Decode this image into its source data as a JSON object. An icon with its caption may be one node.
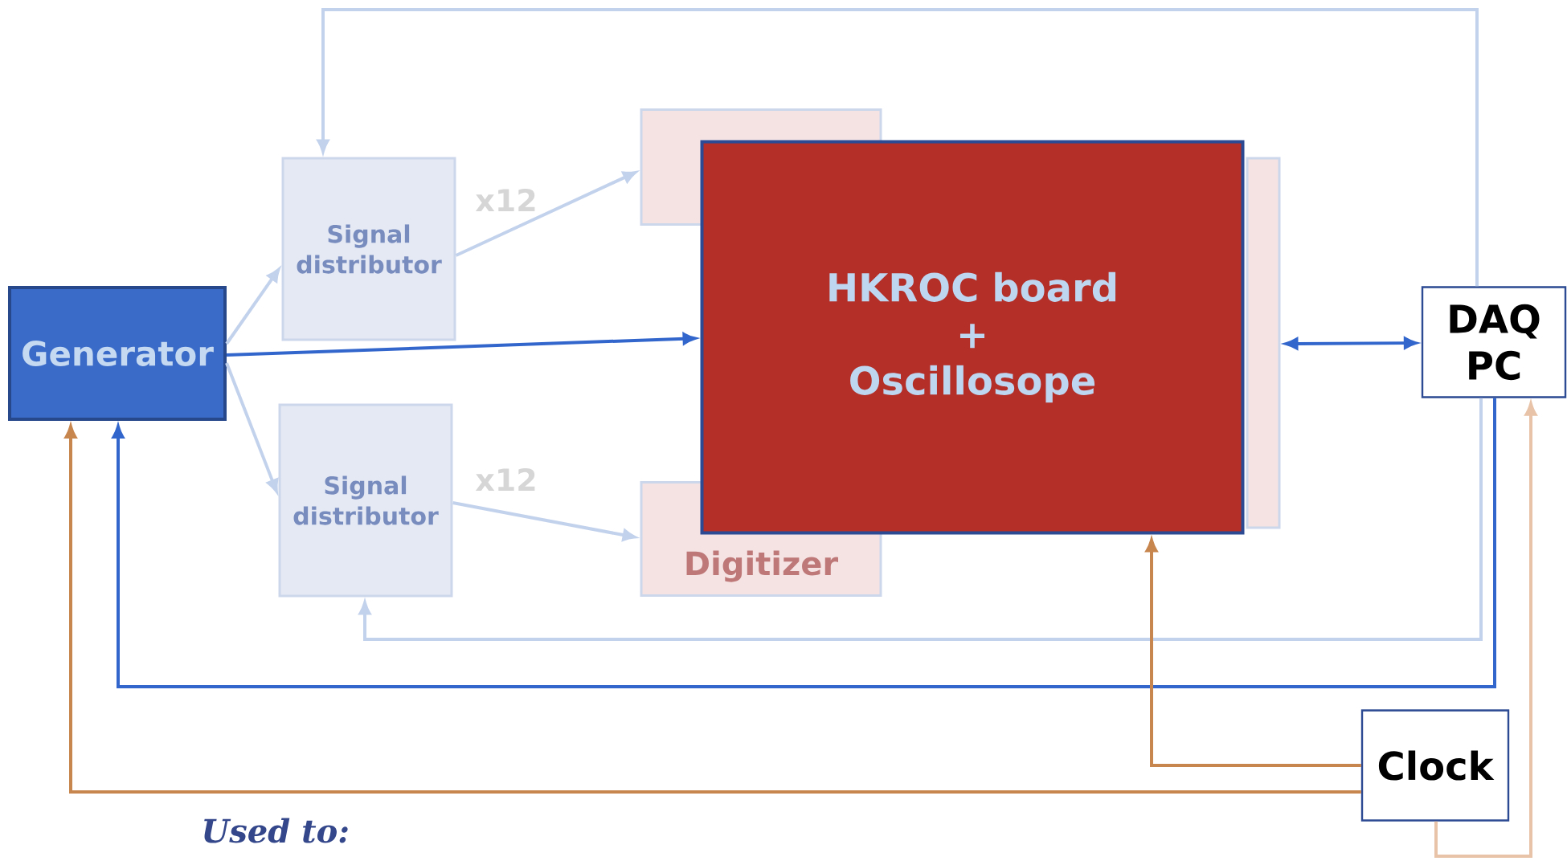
{
  "diagram": {
    "nodes": [
      {
        "text": [
          "Generator"
        ]
      },
      {
        "text": [
          "Signal distributor"
        ]
      },
      {
        "text": [
          "Signal distributor"
        ]
      },
      {
        "text": [],
        "shape": "box"
      },
      {
        "text": [
          "Digitizer"
        ]
      },
      {
        "text": [],
        "shape": "box"
      },
      {
        "text": [
          "HKROC board",
          "+",
          "Oscillosope"
        ]
      },
      {
        "text": [
          "DAQ PC"
        ]
      },
      {
        "text": [
          "Clock"
        ]
      }
    ],
    "edges": [
      {
        "from": 0,
        "to": 1,
        "arrow": "to"
      },
      {
        "from": 0,
        "to": 2,
        "arrow": "to"
      },
      {
        "from": 1,
        "to": 3,
        "arrow": "to",
        "label": "x12"
      },
      {
        "from": 2,
        "to": 4,
        "arrow": "to",
        "label": "x12"
      },
      {
        "from": 0,
        "to": 6,
        "arrow": "to",
        "color": "#3366cc"
      },
      {
        "from": 5,
        "to": 7,
        "arrow": "both",
        "color": "#3366cc"
      },
      {
        "from": 7,
        "to": 1,
        "arrow": "to"
      },
      {
        "from": 7,
        "to": 2,
        "arrow": "to"
      },
      {
        "from": 7,
        "to": 0,
        "arrow": "to",
        "color": "#3366cc"
      },
      {
        "from": 8,
        "to": 6,
        "arrow": "to",
        "color": "#c8864f"
      },
      {
        "from": 8,
        "to": 0,
        "arrow": "to",
        "color": "#c8864f"
      },
      {
        "from": 8,
        "to": 7,
        "arrow": "to",
        "color": "#e8c3a8"
      }
    ],
    "labels": [
      "Used to:"
    ]
  }
}
